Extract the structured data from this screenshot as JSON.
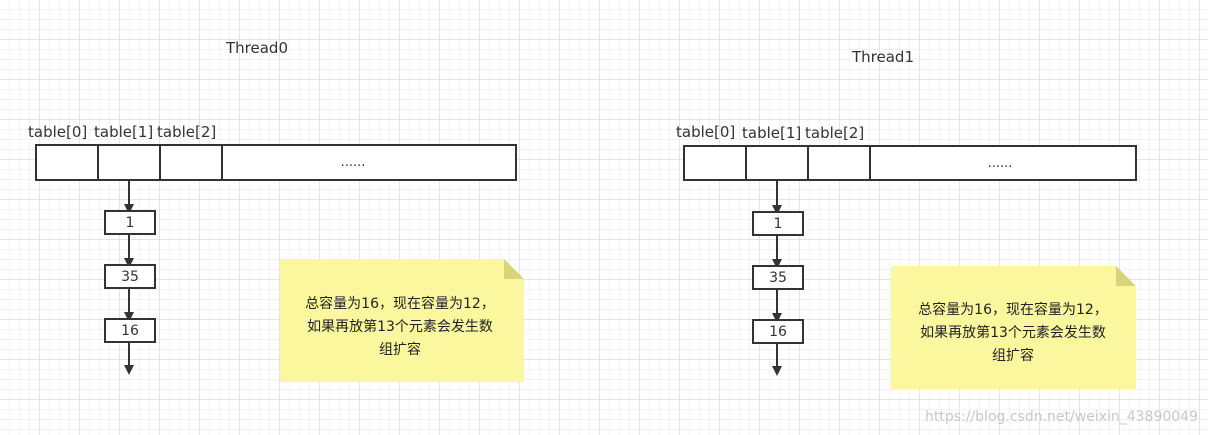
{
  "threads": [
    {
      "title": "Thread0",
      "slot_labels": [
        "table[0]",
        "table[1]",
        "table[2]"
      ],
      "ellipsis": "......",
      "chain": [
        "1",
        "35",
        "16"
      ],
      "note_lines": [
        "总容量为16，现在容量为12，",
        "如果再放第13个元素会发生数",
        "组扩容"
      ]
    },
    {
      "title": "Thread1",
      "slot_labels": [
        "table[0]",
        "table[1]",
        "table[2]"
      ],
      "ellipsis": "......",
      "chain": [
        "1",
        "35",
        "16"
      ],
      "note_lines": [
        "总容量为16，现在容量为12，",
        "如果再放第13个元素会发生数",
        "组扩容"
      ]
    }
  ],
  "watermark": "https://blog.csdn.net/weixin_43890049",
  "colors": {
    "stroke": "#333333",
    "note_fill": "#fbf79e",
    "note_fold": "#d9d47a",
    "text": "#333333"
  }
}
